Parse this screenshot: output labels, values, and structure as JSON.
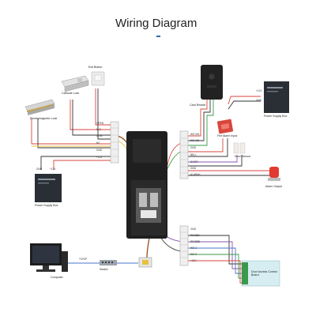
{
  "title": "Wiring Diagram",
  "devices": {
    "cathode_lock": "Cathode Lock",
    "exit_button": "Exit Button",
    "em_lock": "Electromagnetic Lock",
    "power_supply_left": "Power Supply Box",
    "power_supply_right": "Power Supply Box",
    "card_reader": "Card Reader",
    "fire_alarm": "Fire Alarm Input",
    "door_sensor": "Door Sensor",
    "alarm_output": "Alarm Output",
    "computer": "Computer",
    "switch": "Switch",
    "access_board": "Door Access Control Board"
  },
  "terminals": {
    "left_block": [
      "OPEN",
      "N.O",
      "COM",
      "NC",
      "GND",
      "+12V"
    ],
    "right_top_block": [
      "WG 0W",
      "WG 1W",
      "GND",
      "BELL",
      "DOOR",
      "GND",
      "ALARM+"
    ],
    "right_bottom_block": [
      "GND",
      "RS485A",
      "RS485B",
      "WG 1",
      "WG 0",
      "+12V"
    ]
  },
  "wire_labels": {
    "psu_left_gnd": "GND",
    "psu_left_12v": "+12V",
    "psu_right_12v": "+12V",
    "psu_right_gnd": "GND",
    "tcpip": "TCP/IP"
  },
  "colors": {
    "red_wire": "#d9463c",
    "black_wire": "#333333",
    "yellow_wire": "#e8c23d",
    "green_wire": "#3a9a4a",
    "purple_wire": "#8a55b0",
    "blue_wire": "#4a74c9",
    "brown_wire": "#9a5a2a",
    "accent": "#2b6cb0",
    "board": "#d6eef2"
  }
}
